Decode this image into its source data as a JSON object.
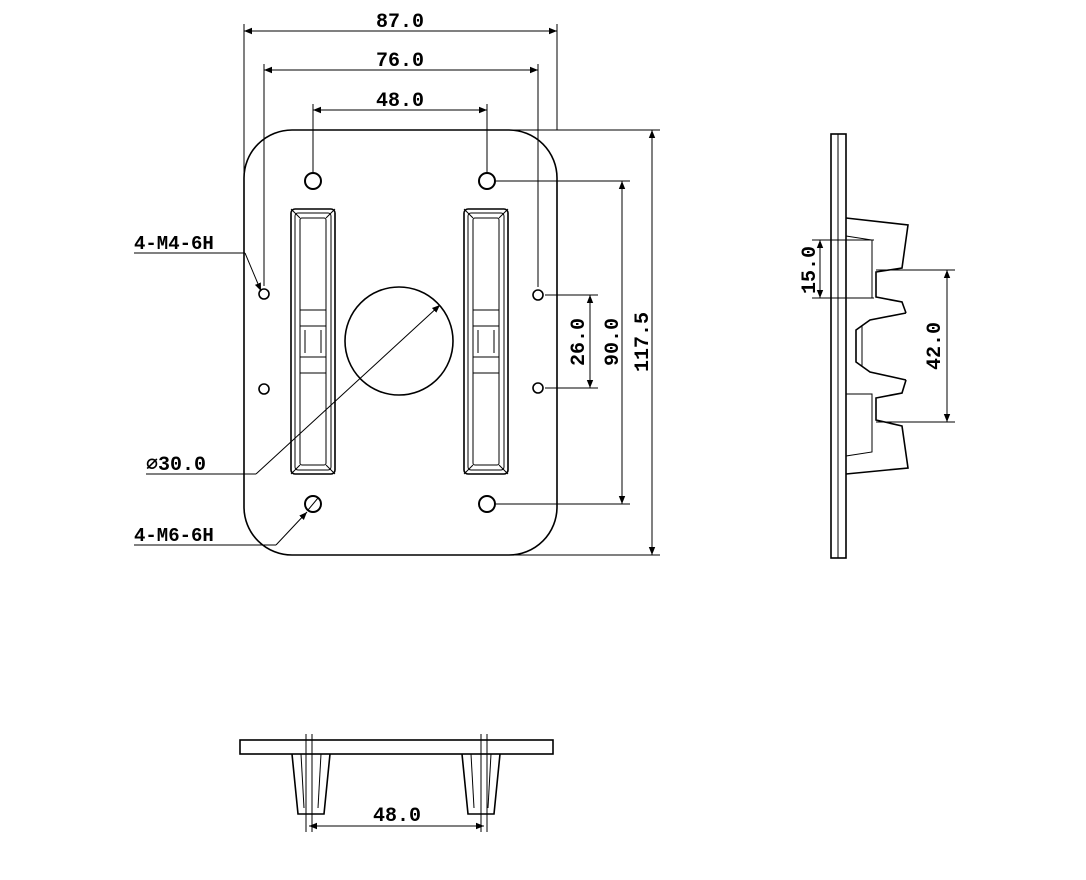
{
  "dimensions": {
    "overall_width": "87.0",
    "inner_hole_span": "76.0",
    "top_hole_span": "48.0",
    "overall_height": "117.5",
    "vertical_hole_span": "90.0",
    "small_hole_spacing": "26.0",
    "center_diameter": "⌀30.0",
    "side_step_height": "15.0",
    "side_boss_span": "42.0",
    "bottom_boss_span": "48.0"
  },
  "callouts": {
    "small_thread": "4-M4-6H",
    "large_thread": "4-M6-6H"
  }
}
